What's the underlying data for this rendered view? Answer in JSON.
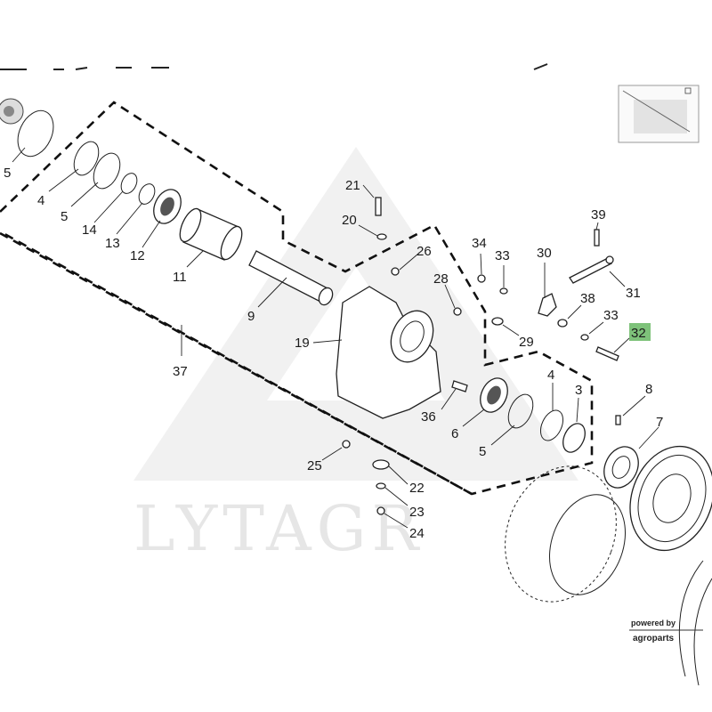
{
  "diagram": {
    "callouts": [
      {
        "id": "c5a",
        "label": "5"
      },
      {
        "id": "c4a",
        "label": "4"
      },
      {
        "id": "c5b",
        "label": "5"
      },
      {
        "id": "c14",
        "label": "14"
      },
      {
        "id": "c13",
        "label": "13"
      },
      {
        "id": "c12",
        "label": "12"
      },
      {
        "id": "c11",
        "label": "11"
      },
      {
        "id": "c9",
        "label": "9"
      },
      {
        "id": "c37",
        "label": "37"
      },
      {
        "id": "c21",
        "label": "21"
      },
      {
        "id": "c20",
        "label": "20"
      },
      {
        "id": "c26",
        "label": "26"
      },
      {
        "id": "c28",
        "label": "28"
      },
      {
        "id": "c19",
        "label": "19"
      },
      {
        "id": "c34",
        "label": "34"
      },
      {
        "id": "c33a",
        "label": "33"
      },
      {
        "id": "c30",
        "label": "30"
      },
      {
        "id": "c39",
        "label": "39"
      },
      {
        "id": "c31",
        "label": "31"
      },
      {
        "id": "c38",
        "label": "38"
      },
      {
        "id": "c33b",
        "label": "33"
      },
      {
        "id": "c32",
        "label": "32",
        "highlighted": true
      },
      {
        "id": "c29",
        "label": "29"
      },
      {
        "id": "c4b",
        "label": "4"
      },
      {
        "id": "c3",
        "label": "3"
      },
      {
        "id": "c8",
        "label": "8"
      },
      {
        "id": "c36",
        "label": "36"
      },
      {
        "id": "c6",
        "label": "6"
      },
      {
        "id": "c5c",
        "label": "5"
      },
      {
        "id": "c7",
        "label": "7"
      },
      {
        "id": "c25",
        "label": "25"
      },
      {
        "id": "c22",
        "label": "22"
      },
      {
        "id": "c23",
        "label": "23"
      },
      {
        "id": "c24",
        "label": "24"
      }
    ],
    "watermark": "LYTAGR",
    "branding": {
      "powered": "powered by",
      "name": "agroparts"
    },
    "highlight_color": "#7ec27a"
  }
}
